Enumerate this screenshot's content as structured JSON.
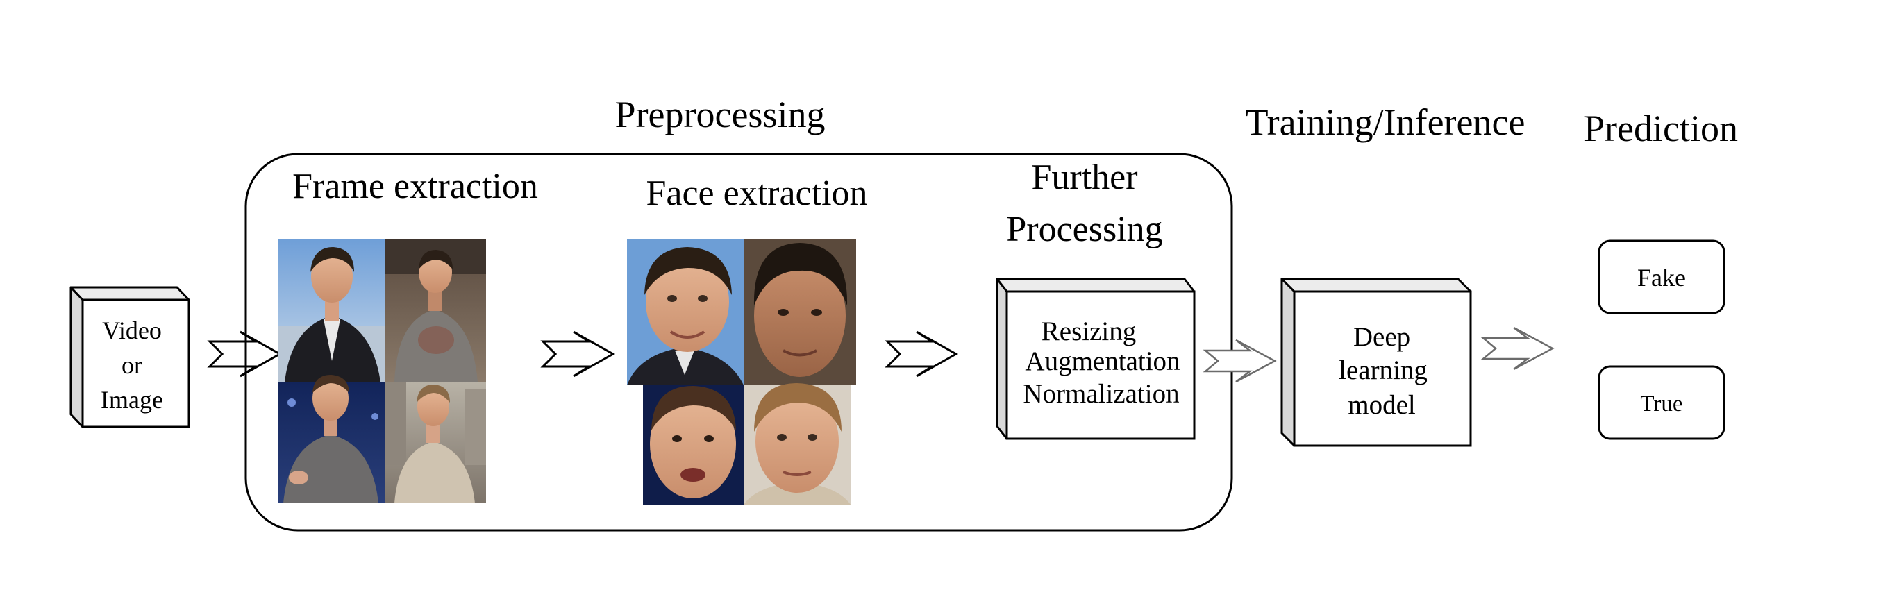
{
  "input_box": {
    "line1": "Video",
    "line2": "or",
    "line3": "Image"
  },
  "preprocessing": {
    "title": "Preprocessing",
    "frame_extraction": "Frame extraction",
    "face_extraction": "Face extraction",
    "further_processing": {
      "line1": "Further",
      "line2": "Processing"
    },
    "processing_steps": {
      "line1": "Resizing",
      "line2": "Augmentation",
      "line3": "Normalization"
    }
  },
  "training": {
    "title": "Training/Inference",
    "model": {
      "line1": "Deep",
      "line2": "learning",
      "line3": "model"
    }
  },
  "prediction": {
    "title": "Prediction",
    "option_fake": "Fake",
    "option_true": "True"
  }
}
